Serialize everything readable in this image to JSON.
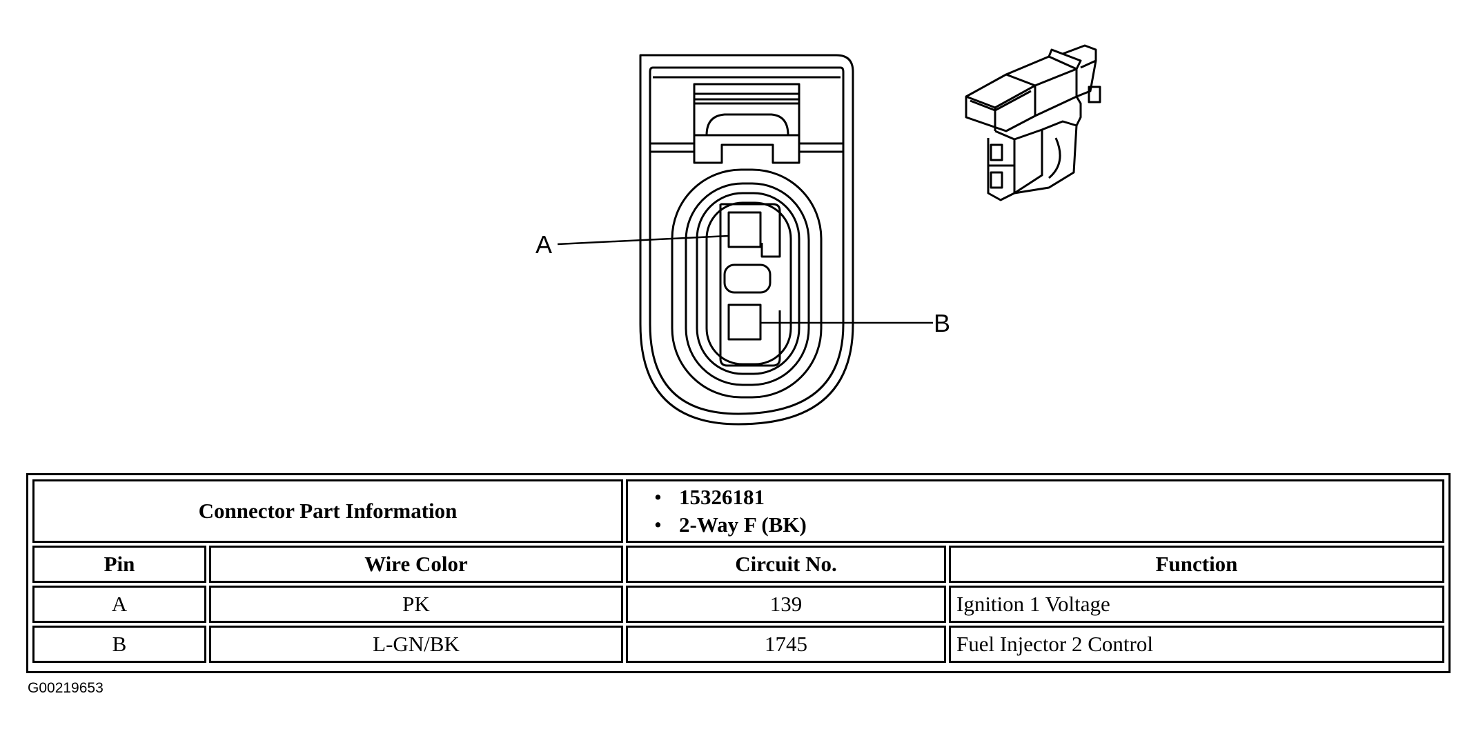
{
  "diagram": {
    "pin_labels": [
      "A",
      "B"
    ]
  },
  "table": {
    "part_info_label": "Connector Part Information",
    "part_info_values": [
      "15326181",
      "2-Way F (BK)"
    ],
    "headers": [
      "Pin",
      "Wire Color",
      "Circuit No.",
      "Function"
    ],
    "rows": [
      {
        "pin": "A",
        "wire_color": "PK",
        "circuit": "139",
        "function": "Ignition 1 Voltage"
      },
      {
        "pin": "B",
        "wire_color": "L-GN/BK",
        "circuit": "1745",
        "function": "Fuel Injector 2 Control"
      }
    ]
  },
  "figure_id": "G00219653"
}
